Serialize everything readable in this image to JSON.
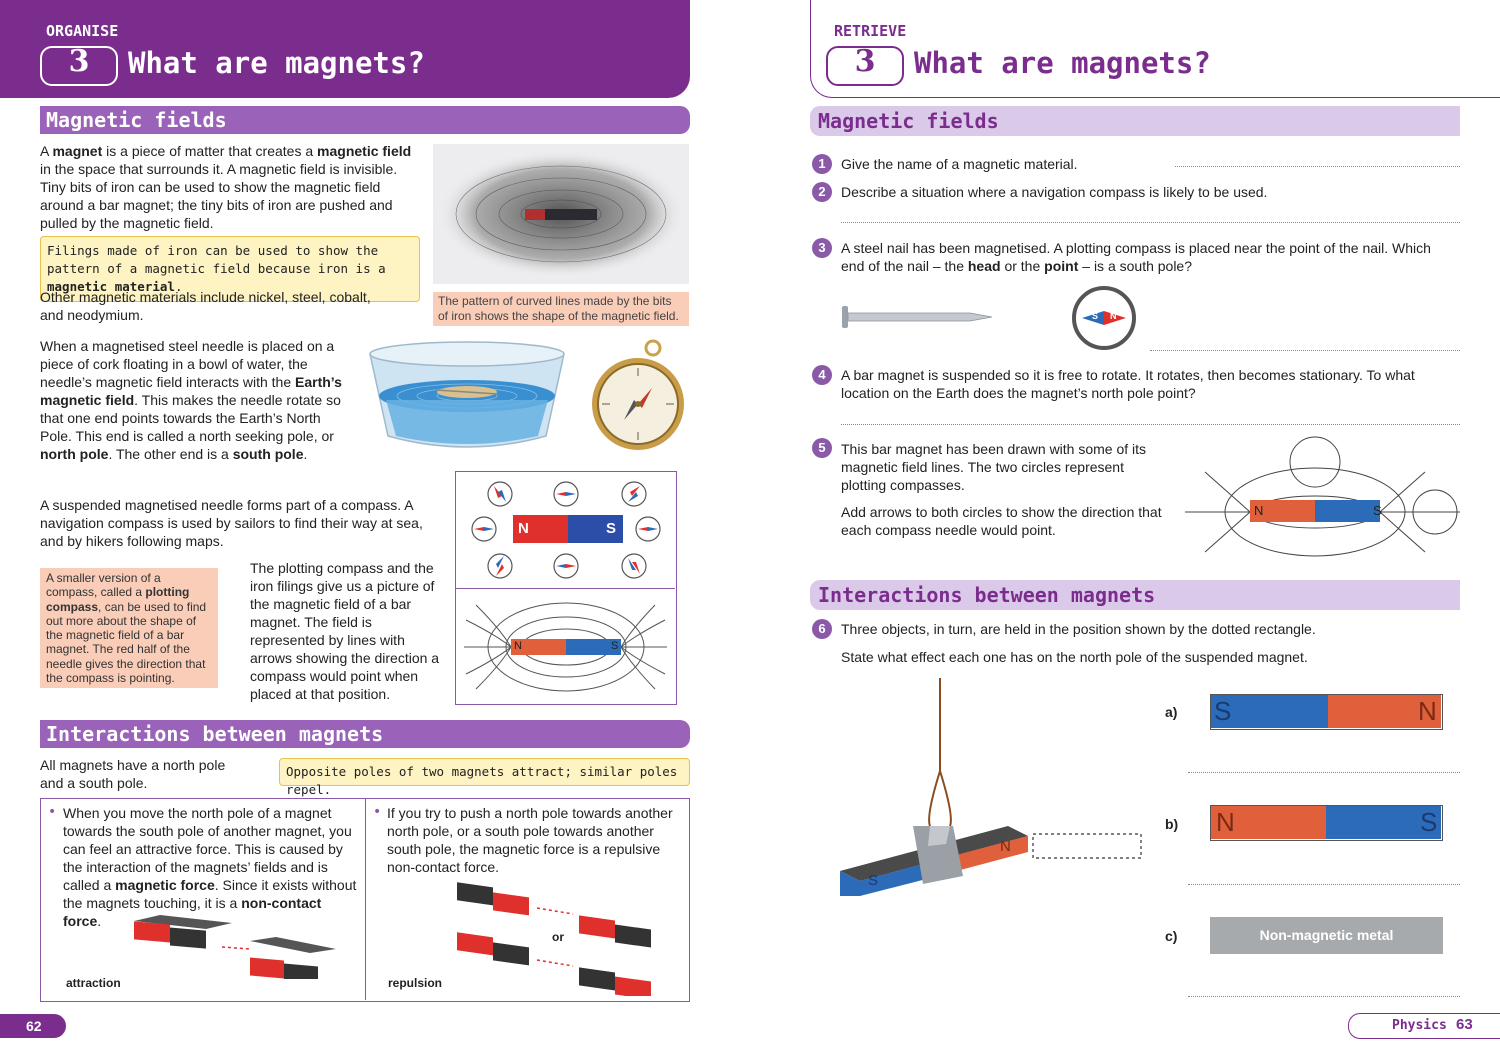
{
  "left": {
    "section_label": "ORGANISE",
    "title": "What are magnets?",
    "topic_number": "3",
    "magnetic_fields": {
      "heading": "Magnetic fields",
      "p1": [
        {
          "t": "A "
        },
        {
          "t": "magnet",
          "b": true
        },
        {
          "t": " is a piece of matter that creates a "
        },
        {
          "t": "magnetic field",
          "b": true
        },
        {
          "t": " in the space that surrounds it. A magnetic field is invisible. Tiny bits of iron can be used to show the magnetic field around a bar magnet; the tiny bits of iron are pushed and pulled by the magnetic field."
        }
      ],
      "note_iron": [
        {
          "t": "Filings made of iron can be used to show the pattern of a magnetic field because iron is a "
        },
        {
          "t": "magnetic material",
          "b": true
        },
        {
          "t": "."
        }
      ],
      "p2": "Other magnetic materials include nickel, steel, cobalt, and neodymium.",
      "caption_filings": "The pattern of curved lines made by the bits of iron shows the shape of the magnetic field.",
      "p3": [
        {
          "t": "When a magnetised steel needle is placed on a piece of cork floating in a bowl of water, the needle’s magnetic field interacts with the "
        },
        {
          "t": "Earth’s magnetic field",
          "b": true
        },
        {
          "t": ". This makes the needle rotate so that one end points towards the Earth’s North Pole. This end is called a north seeking pole, or "
        },
        {
          "t": "north pole",
          "b": true
        },
        {
          "t": ". The other end is a "
        },
        {
          "t": "south pole",
          "b": true
        },
        {
          "t": "."
        }
      ],
      "p4": "A suspended magnetised needle forms part of a compass. A navigation compass is used by sailors to find their way at sea, and by hikers following maps.",
      "note_plotting": [
        {
          "t": "A smaller version of a compass, called a "
        },
        {
          "t": "plotting compass",
          "b": true
        },
        {
          "t": ", can be used to find out more about the shape of the magnetic field of a bar magnet. The red half of the needle gives the direction that the compass is pointing."
        }
      ],
      "p5": "The plotting compass and the iron filings give us a picture of the magnetic field of a bar magnet. The field is represented by lines with arrows showing the direction a compass would point when placed at that position.",
      "magnet_n": "N",
      "magnet_s": "S"
    },
    "interactions": {
      "heading": "Interactions between magnets",
      "p1": "All magnets have a north pole and a south pole.",
      "note": "Opposite poles of two magnets attract; similar poles repel.",
      "bullet1": [
        {
          "t": "When you move the north pole of a magnet towards the south pole of another magnet, you can feel an attractive force. This is caused by the interaction of the magnets’ fields and is called a "
        },
        {
          "t": "magnetic force",
          "b": true
        },
        {
          "t": ". Since it exists without the magnets touching, it is a "
        },
        {
          "t": "non-contact force",
          "b": true
        },
        {
          "t": "."
        }
      ],
      "bullet2": "If you try to push a north pole towards another north pole, or a south pole towards another south pole, the magnetic force is a repulsive non-contact force.",
      "label_attraction": "attraction",
      "label_repulsion": "repulsion",
      "label_or": "or"
    },
    "page_number": "62"
  },
  "right": {
    "section_label": "RETRIEVE",
    "title": "What are magnets?",
    "topic_number": "3",
    "magnetic_fields": {
      "heading": "Magnetic fields",
      "questions": [
        {
          "n": "1",
          "text": [
            {
              "t": "Give the name of a magnetic material."
            }
          ]
        },
        {
          "n": "2",
          "text": [
            {
              "t": "Describe a situation where a navigation compass is likely to be used."
            }
          ]
        },
        {
          "n": "3",
          "text": [
            {
              "t": "A steel nail has been magnetised. A plotting compass is placed near the point of the nail. Which end of the nail – the "
            },
            {
              "t": "head",
              "b": true
            },
            {
              "t": " or the "
            },
            {
              "t": "point",
              "b": true
            },
            {
              "t": " – is a south pole?"
            }
          ]
        },
        {
          "n": "4",
          "text": [
            {
              "t": "A bar magnet is suspended so it is free to rotate. It rotates, then becomes stationary. To what location on the Earth does the magnet’s north pole point?"
            }
          ]
        },
        {
          "n": "5",
          "text": [
            {
              "t": "This bar magnet has been drawn with some of its magnetic field lines. The two circles represent plotting compasses."
            }
          ]
        }
      ],
      "q5_extra": "Add arrows to both circles to show the direction that each compass needle would point.",
      "compass_s": "S",
      "compass_n": "N",
      "magnet_n": "N",
      "magnet_s": "S"
    },
    "interactions": {
      "heading": "Interactions between magnets",
      "q6_number": "6",
      "q6_line1": "Three objects, in turn, are held in the position shown by the dotted rectangle.",
      "q6_line2": "State what effect each one has on the north pole of the suspended magnet.",
      "hang_s": "S",
      "hang_n": "N",
      "a_label": "a)",
      "b_label": "b)",
      "c_label": "c)",
      "a_left": "S",
      "a_right": "N",
      "b_left": "N",
      "b_right": "S",
      "c_text": "Non-magnetic metal"
    },
    "footer_subject": "Physics",
    "page_number": "63"
  },
  "colors": {
    "purple_dark": "#7b2d8e",
    "purple_bar": "#9a62b8",
    "lilac": "#dac9e8",
    "red": "#e0543a",
    "blue": "#2c6bb8",
    "pink_note": "#f9cdb8",
    "yellow_note": "#fef3c2"
  }
}
